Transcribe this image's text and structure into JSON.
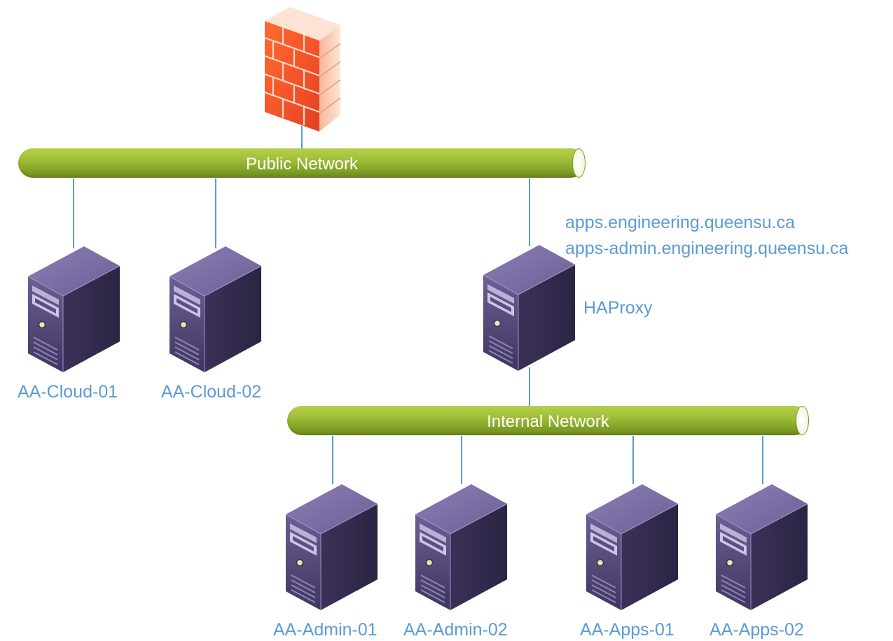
{
  "networks": {
    "public": "Public Network",
    "internal": "Internal Network"
  },
  "hostnames": {
    "line1": "apps.engineering.queensu.ca",
    "line2": "apps-admin.engineering.queensu.ca"
  },
  "servers": {
    "cloud1": "AA-Cloud-01",
    "cloud2": "AA-Cloud-02",
    "haproxy": "HAProxy",
    "admin1": "AA-Admin-01",
    "admin2": "AA-Admin-02",
    "apps1": "AA-Apps-01",
    "apps2": "AA-Apps-02"
  },
  "colors": {
    "label": "#5b9bd5",
    "connector": "#5b9bd5",
    "bus": "#a4c03a",
    "server_body": "#4a3f6e",
    "firewall": "#f25a2a"
  },
  "icons": {
    "firewall": "firewall-icon",
    "server": "server-tower-icon"
  }
}
